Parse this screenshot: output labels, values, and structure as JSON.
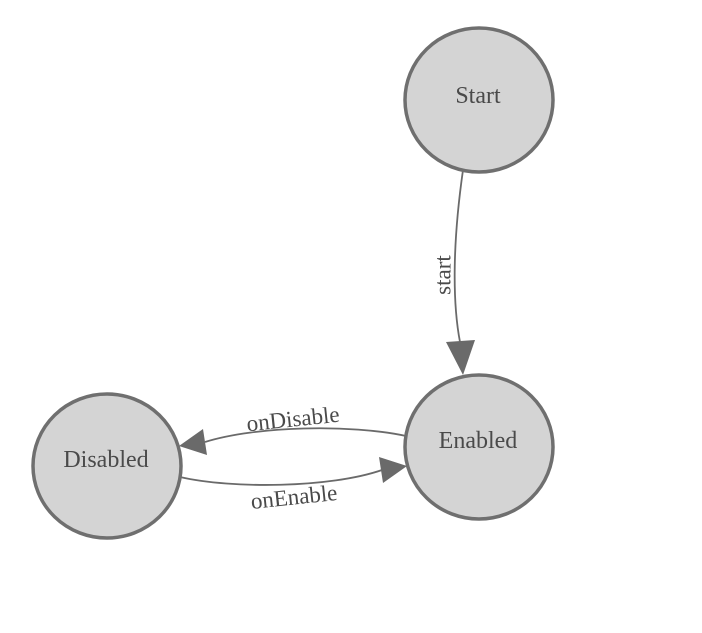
{
  "diagram": {
    "type": "state-machine",
    "background_color": "#ffffff",
    "colors": {
      "node_fill": "#d4d4d4",
      "node_stroke": "#6f6f6f",
      "edge_stroke": "#6a6a6a",
      "arrow_fill": "#6a6a6a",
      "text": "#4a4a4a"
    },
    "nodes": [
      {
        "id": "start",
        "label": "Start"
      },
      {
        "id": "enabled",
        "label": "Enabled"
      },
      {
        "id": "disabled",
        "label": "Disabled"
      }
    ],
    "edges": [
      {
        "id": "start-to-enabled",
        "label": "start",
        "from": "Start",
        "to": "Enabled"
      },
      {
        "id": "enabled-to-disabled",
        "label": "onDisable",
        "from": "Enabled",
        "to": "Disabled"
      },
      {
        "id": "disabled-to-enabled",
        "label": "onEnable",
        "from": "Disabled",
        "to": "Enabled"
      }
    ]
  }
}
